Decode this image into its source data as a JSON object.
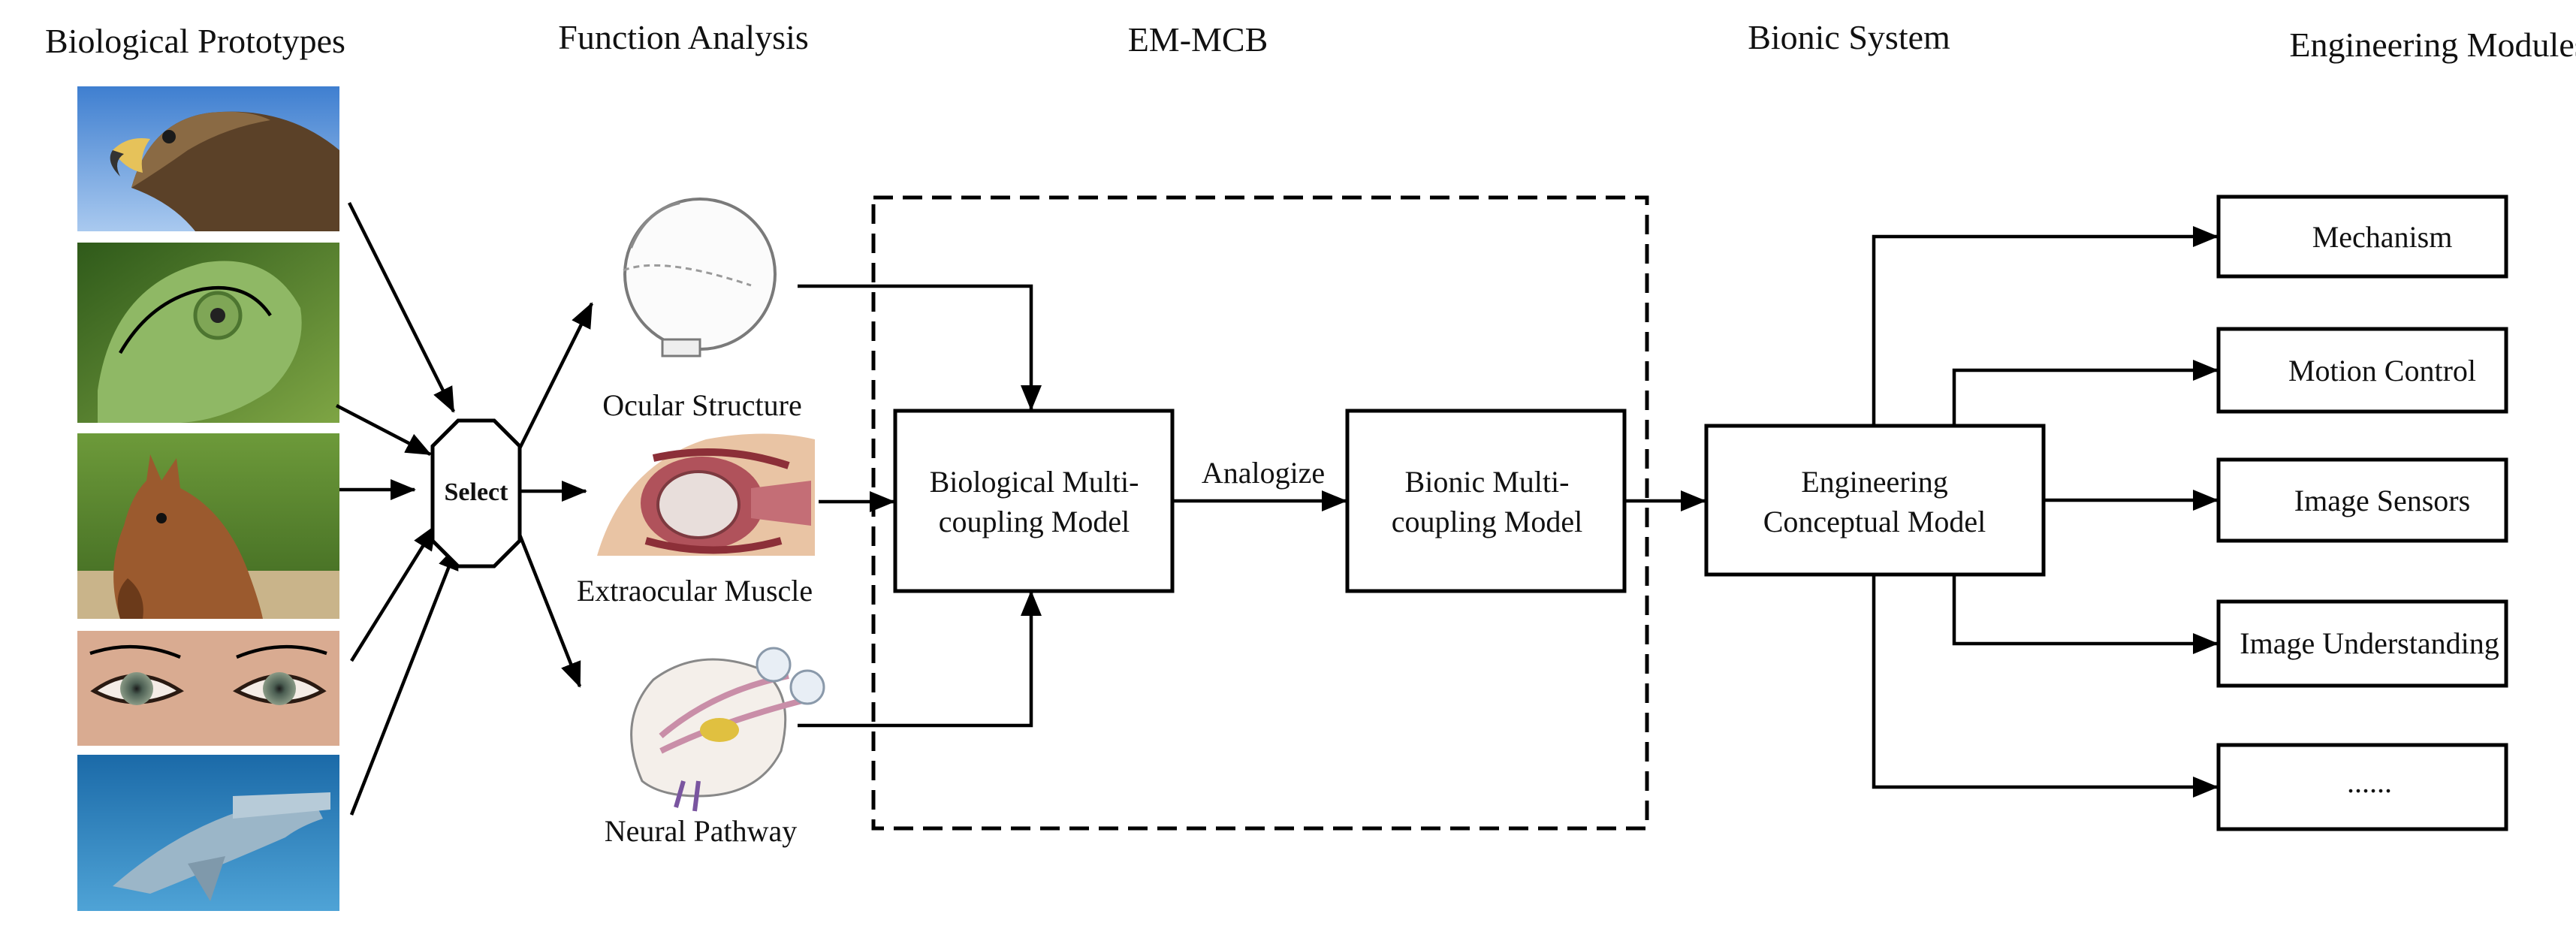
{
  "headers": {
    "biological_prototypes": "Biological Prototypes",
    "function_analysis": "Function Analysis",
    "em_mcb": "EM-MCB",
    "bionic_system": "Bionic System",
    "engineering_modules": "Engineering Modules"
  },
  "prototypes": [
    "eagle",
    "chameleon",
    "horse",
    "human-eyes",
    "hammerhead-shark"
  ],
  "select_label": "Select",
  "functions": {
    "ocular_structure": "Ocular Structure",
    "extraocular_muscle": "Extraocular Muscle",
    "neural_pathway": "Neural Pathway"
  },
  "models": {
    "biological_line1": "Biological Multi-",
    "biological_line2": "coupling Model",
    "analogize": "Analogize",
    "bionic_line1": "Bionic Multi-",
    "bionic_line2": "coupling Model",
    "engineering_line1": "Engineering",
    "engineering_line2": "Conceptual Model"
  },
  "modules": [
    "Mechanism",
    "Motion Control",
    "Image Sensors",
    "Image Understanding",
    "......"
  ],
  "colors": {
    "line": "#000000",
    "sky": "#5f93d0",
    "foliage": "#4e7a2a",
    "water": "#2d7fb5",
    "skin": "#d9ab91",
    "muscle": "#b0525b"
  }
}
